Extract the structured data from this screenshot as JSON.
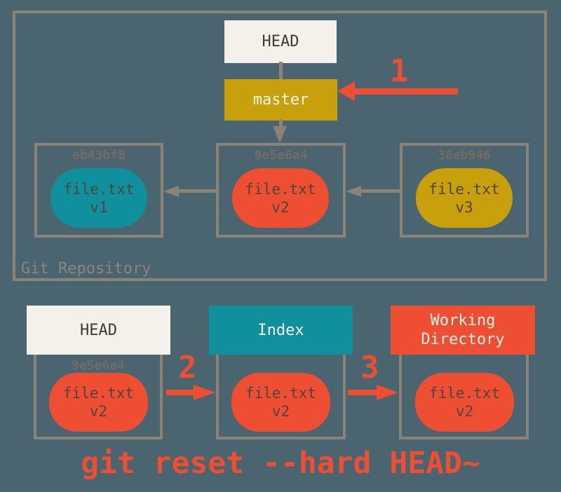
{
  "colors": {
    "background": "#4a6570",
    "border_gray": "#8b8378",
    "label_gray": "#8e857a",
    "hash_gray": "#746c61",
    "paper": "#f3f1ea",
    "dark_text": "#403a31",
    "blob_text": "#4e463f",
    "light_text": "#f6f4ee",
    "gold": "#c7a00c",
    "teal": "#10909c",
    "red": "#ee4e31"
  },
  "repository": {
    "label": "Git Repository",
    "head_label": "HEAD",
    "branch_label": "master",
    "commits": [
      {
        "hash": "eb43bf8",
        "file": "file.txt",
        "version": "v1"
      },
      {
        "hash": "9e5e6a4",
        "file": "file.txt",
        "version": "v2"
      },
      {
        "hash": "38eb946",
        "file": "file.txt",
        "version": "v3"
      }
    ]
  },
  "steps": {
    "one": "1",
    "two": "2",
    "three": "3"
  },
  "bottom": {
    "head": {
      "label": "HEAD",
      "hash": "9e5e6a4",
      "file": "file.txt",
      "version": "v2"
    },
    "index": {
      "label": "Index",
      "file": "file.txt",
      "version": "v2"
    },
    "working_directory": {
      "label": "Working Directory",
      "file": "file.txt",
      "version": "v2"
    }
  },
  "caption": "git reset --hard HEAD~"
}
